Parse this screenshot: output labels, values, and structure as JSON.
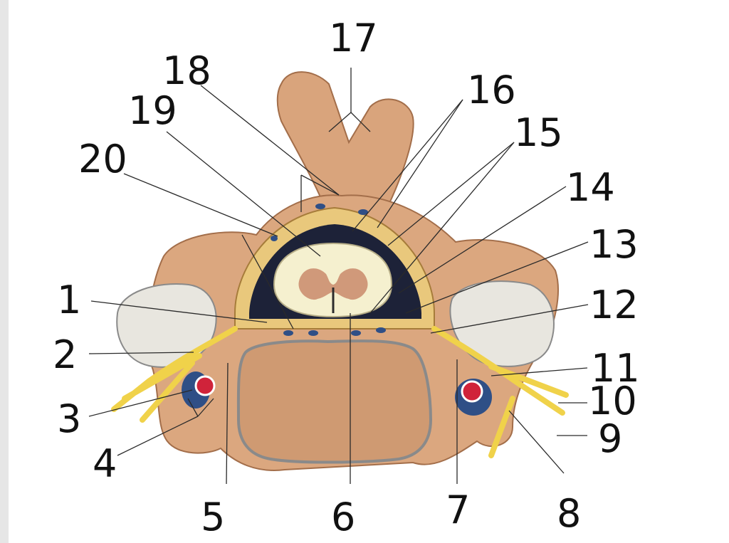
{
  "figure": {
    "kind": "anatomical illustration, transverse section of a vertebra with spinal cord and meninges",
    "palette": {
      "bone": "#d9a47c",
      "bone_dark": "#b87a54",
      "cartilage": "#e8e6df",
      "spinal_cord": "#f5f0cf",
      "gray_matter": "#c98a6b",
      "nerve": "#f0d24a",
      "dura": "#e9c87c",
      "vein": "#2f4f86",
      "artery": "#d0233a",
      "epidural_space": "#1d2238"
    }
  },
  "labels": [
    "1",
    "2",
    "3",
    "4",
    "5",
    "6",
    "7",
    "8",
    "9",
    "10",
    "11",
    "12",
    "13",
    "14",
    "15",
    "16",
    "17",
    "18",
    "19",
    "20"
  ]
}
